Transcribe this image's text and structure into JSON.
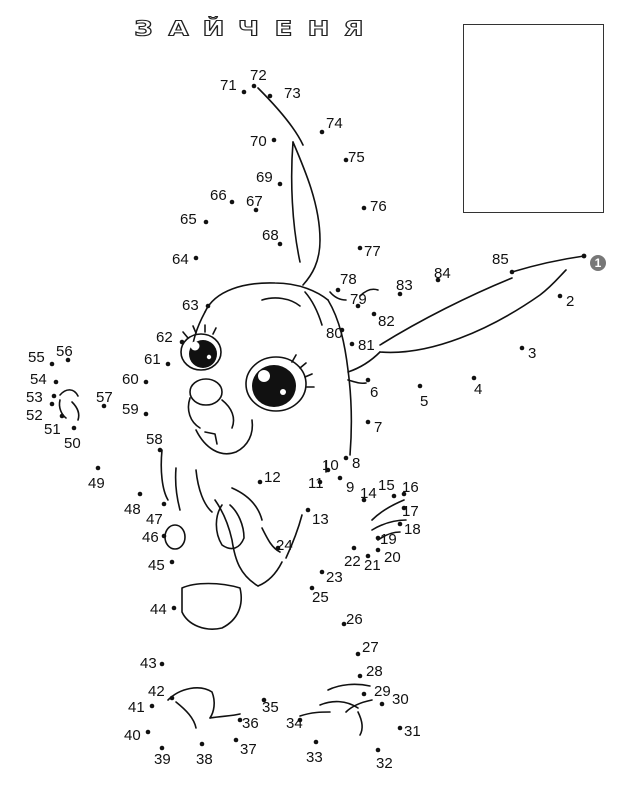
{
  "title": {
    "letters": [
      "З",
      "А",
      "Й",
      "Ч",
      "Е",
      "Н",
      "Я"
    ]
  },
  "start_marker": "1",
  "icons": [
    "bunny-drawing",
    "frame-box"
  ],
  "dots": [
    {
      "n": "2"
    },
    {
      "n": "3"
    },
    {
      "n": "4"
    },
    {
      "n": "5"
    },
    {
      "n": "6"
    },
    {
      "n": "7"
    },
    {
      "n": "8"
    },
    {
      "n": "9"
    },
    {
      "n": "10"
    },
    {
      "n": "11"
    },
    {
      "n": "12"
    },
    {
      "n": "13"
    },
    {
      "n": "14"
    },
    {
      "n": "15"
    },
    {
      "n": "16"
    },
    {
      "n": "17"
    },
    {
      "n": "18"
    },
    {
      "n": "19"
    },
    {
      "n": "20"
    },
    {
      "n": "21"
    },
    {
      "n": "22"
    },
    {
      "n": "23"
    },
    {
      "n": "24"
    },
    {
      "n": "25"
    },
    {
      "n": "26"
    },
    {
      "n": "27"
    },
    {
      "n": "28"
    },
    {
      "n": "29"
    },
    {
      "n": "30"
    },
    {
      "n": "31"
    },
    {
      "n": "32"
    },
    {
      "n": "33"
    },
    {
      "n": "34"
    },
    {
      "n": "35"
    },
    {
      "n": "36"
    },
    {
      "n": "37"
    },
    {
      "n": "38"
    },
    {
      "n": "39"
    },
    {
      "n": "40"
    },
    {
      "n": "41"
    },
    {
      "n": "42"
    },
    {
      "n": "43"
    },
    {
      "n": "44"
    },
    {
      "n": "45"
    },
    {
      "n": "46"
    },
    {
      "n": "47"
    },
    {
      "n": "48"
    },
    {
      "n": "49"
    },
    {
      "n": "50"
    },
    {
      "n": "51"
    },
    {
      "n": "52"
    },
    {
      "n": "53"
    },
    {
      "n": "54"
    },
    {
      "n": "55"
    },
    {
      "n": "56"
    },
    {
      "n": "57"
    },
    {
      "n": "58"
    },
    {
      "n": "59"
    },
    {
      "n": "60"
    },
    {
      "n": "61"
    },
    {
      "n": "62"
    },
    {
      "n": "63"
    },
    {
      "n": "64"
    },
    {
      "n": "65"
    },
    {
      "n": "66"
    },
    {
      "n": "67"
    },
    {
      "n": "68"
    },
    {
      "n": "69"
    },
    {
      "n": "70"
    },
    {
      "n": "71"
    },
    {
      "n": "72"
    },
    {
      "n": "73"
    },
    {
      "n": "74"
    },
    {
      "n": "75"
    },
    {
      "n": "76"
    },
    {
      "n": "77"
    },
    {
      "n": "78"
    },
    {
      "n": "79"
    },
    {
      "n": "80"
    },
    {
      "n": "81"
    },
    {
      "n": "82"
    },
    {
      "n": "83"
    },
    {
      "n": "84"
    },
    {
      "n": "85"
    }
  ]
}
